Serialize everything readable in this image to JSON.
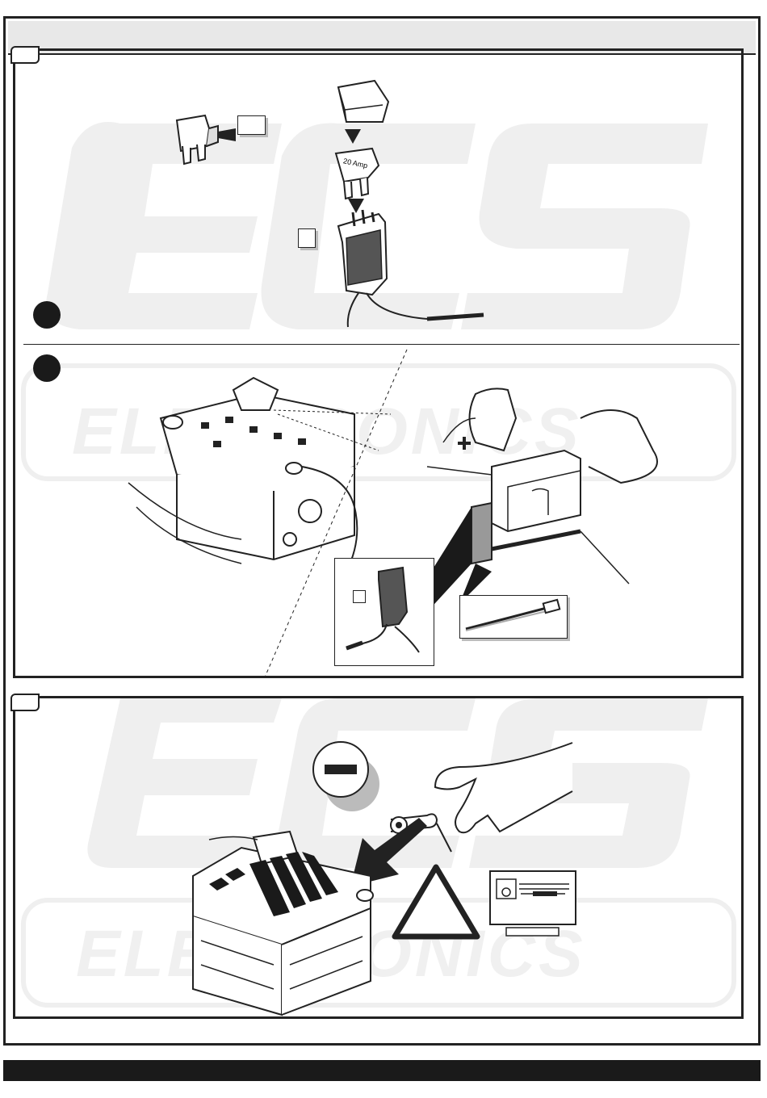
{
  "brand": {
    "watermark_top": "ECS",
    "watermark_mid": "ELECTRONICS",
    "watermark_lower": "ECS",
    "watermark_bottom": "ELECTRONICS"
  },
  "fuse": {
    "rating_label": "20 Amp"
  },
  "colors": {
    "frame": "#222222",
    "header": "#e8e8e8",
    "watermark": "#f0f0f0",
    "footer": "#1a1a1a"
  },
  "icons": {
    "plus": "plus-icon",
    "minus": "minus-icon",
    "warning": "warning-triangle-icon",
    "manual": "manual-reference-icon"
  }
}
